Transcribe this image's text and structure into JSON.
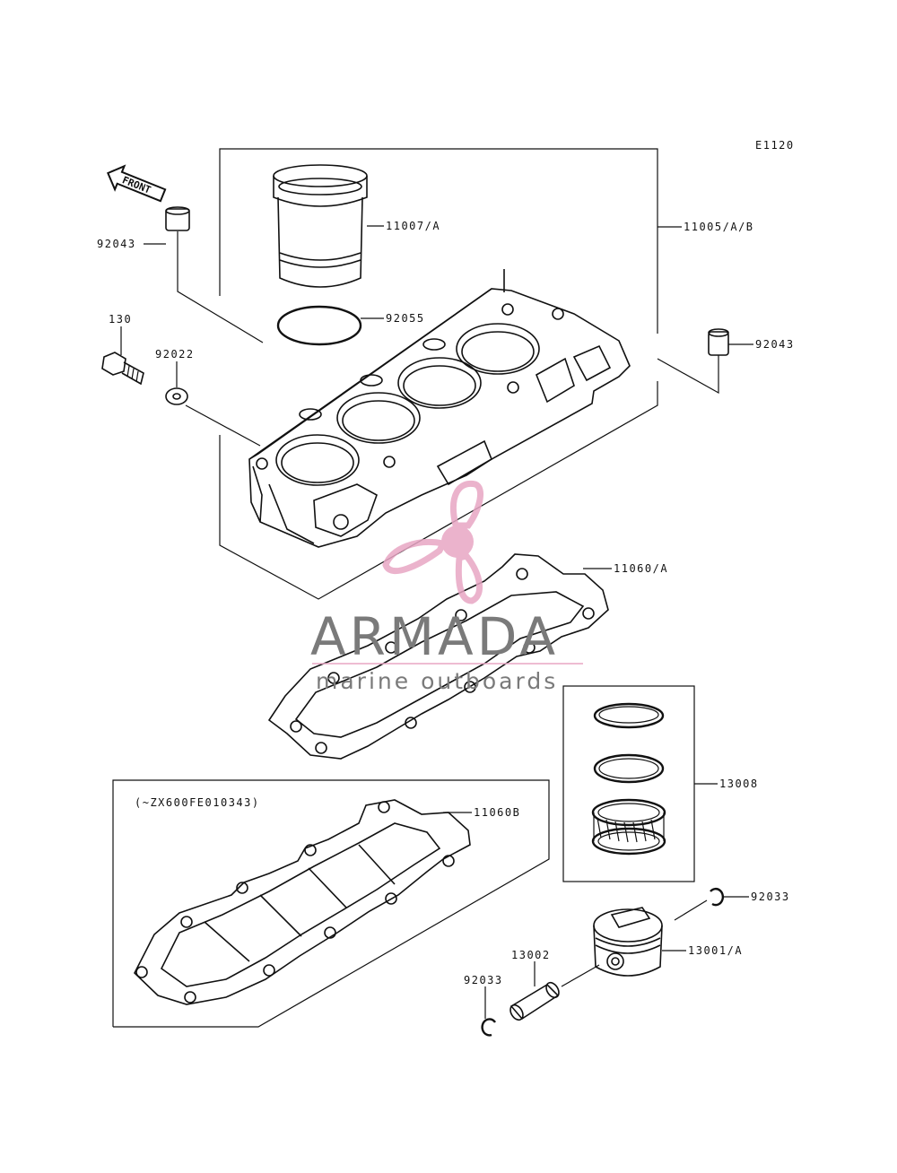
{
  "diagram": {
    "code": "E1120",
    "front_label": "FRONT",
    "variant_note": "(~ZX600FE010343)",
    "parts": {
      "p11007": "11007/A",
      "p11005": "11005/A/B",
      "p92043_left": "92043",
      "p92043_right": "92043",
      "p92055": "92055",
      "p130": "130",
      "p92022": "92022",
      "p11060a": "11060/A",
      "p11060b": "11060B",
      "p13008": "13008",
      "p92033_right": "92033",
      "p13001": "13001/A",
      "p13002": "13002",
      "p92033_left": "92033"
    }
  },
  "watermark": {
    "brand": "ARMADA",
    "tagline": "marine outboards",
    "accent_color": "#e8a6c4",
    "text_color": "#7a7a7a"
  }
}
